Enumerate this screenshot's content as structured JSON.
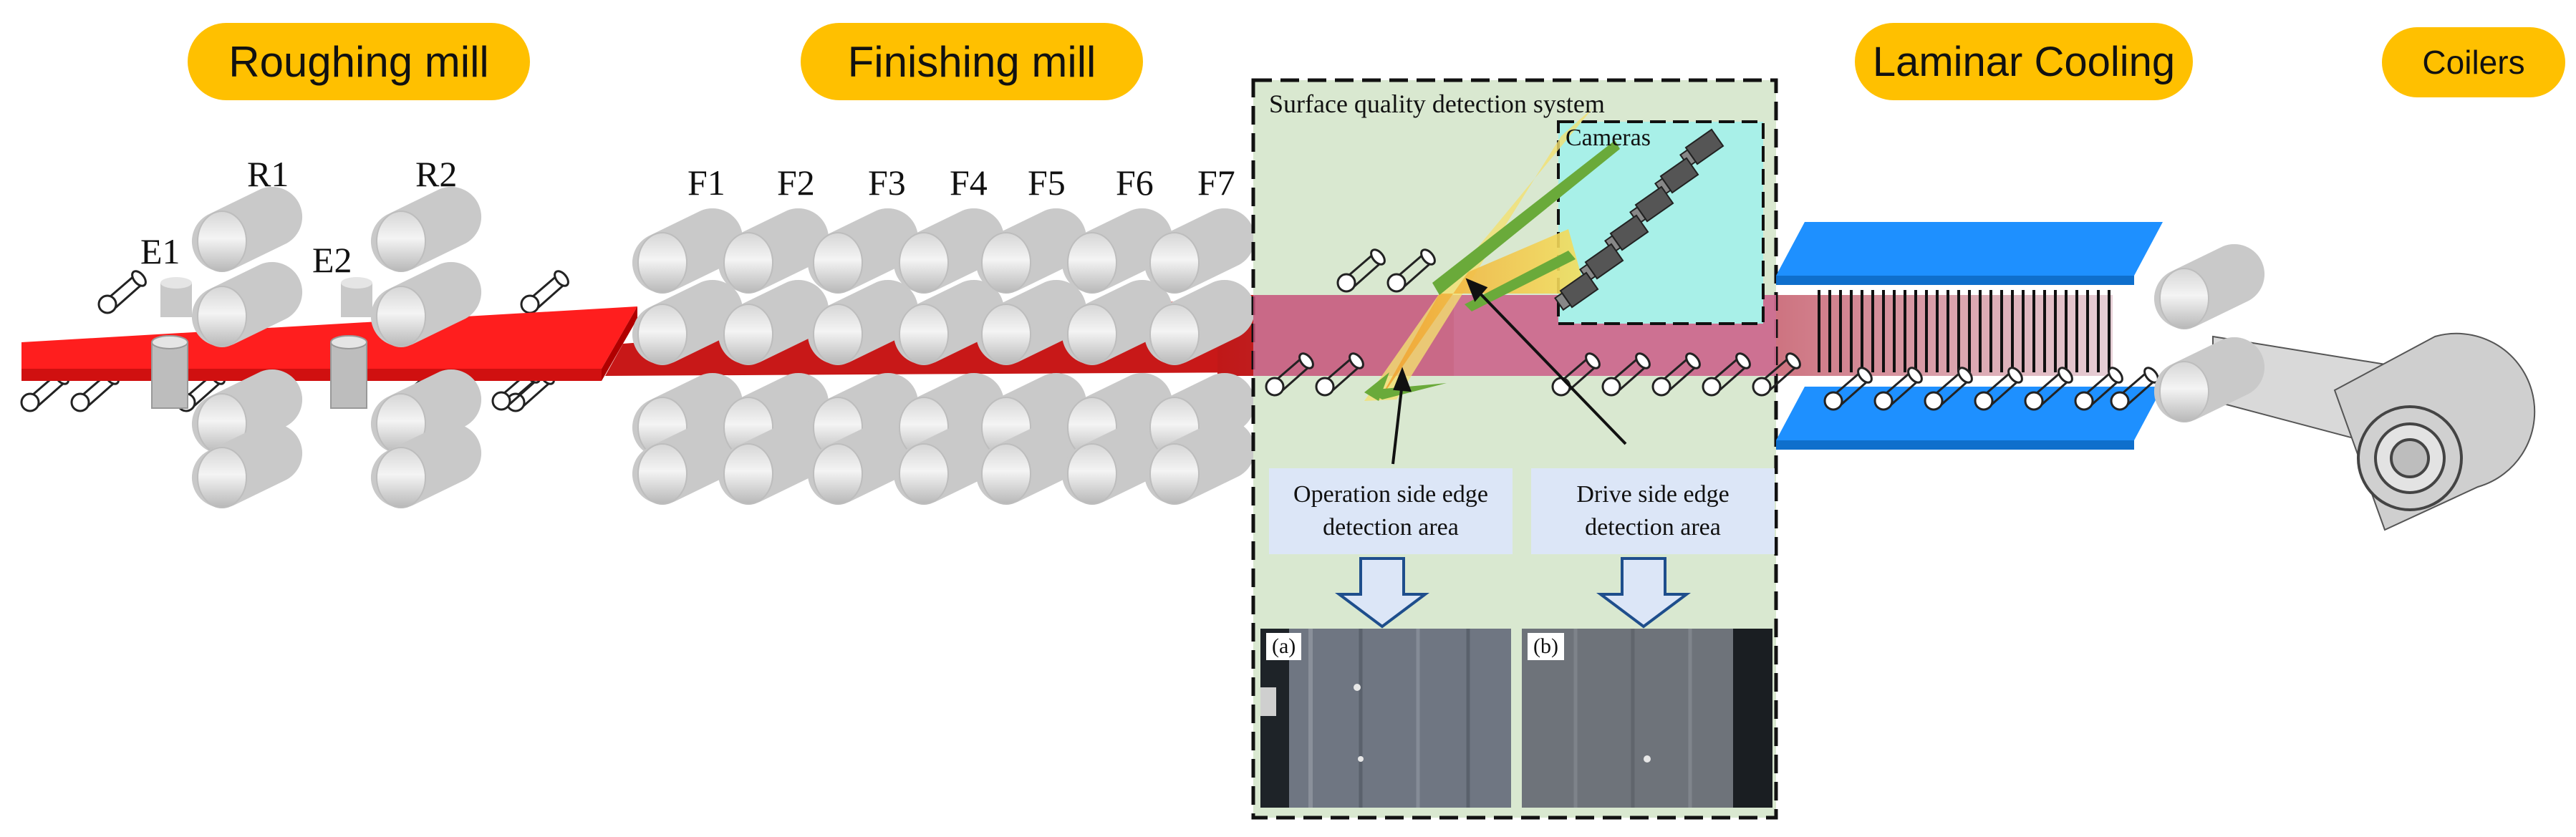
{
  "stages": {
    "roughing": "Roughing mill",
    "finishing": "Finishing mill",
    "laminar": "Laminar Cooling",
    "coilers": "Coilers"
  },
  "stands": {
    "roughing": [
      "R1",
      "R2"
    ],
    "edgers": [
      "E1",
      "E2"
    ],
    "finishing": [
      "F1",
      "F2",
      "F3",
      "F4",
      "F5",
      "F6",
      "F7"
    ]
  },
  "detection": {
    "title": "Surface quality detection system",
    "cameras_label": "Cameras",
    "operation_side": "Operation side edge detection area",
    "drive_side": "Drive side edge detection area",
    "photo_a_label": "(a)",
    "photo_b_label": "(b)"
  },
  "colors": {
    "stage_chip": "#FFC000",
    "hot_strip": "#FF2020",
    "cooling_header": "#1E90FF",
    "detection_panel": "#D9E8D0",
    "camera_zone": "#A8F0E8",
    "label_box": "#DCE6F7",
    "edge_highlight": "#6AAA3A"
  },
  "icons": [
    "roller-icon",
    "edger-icon",
    "camera-icon",
    "arrow-down-icon",
    "coil-icon"
  ]
}
